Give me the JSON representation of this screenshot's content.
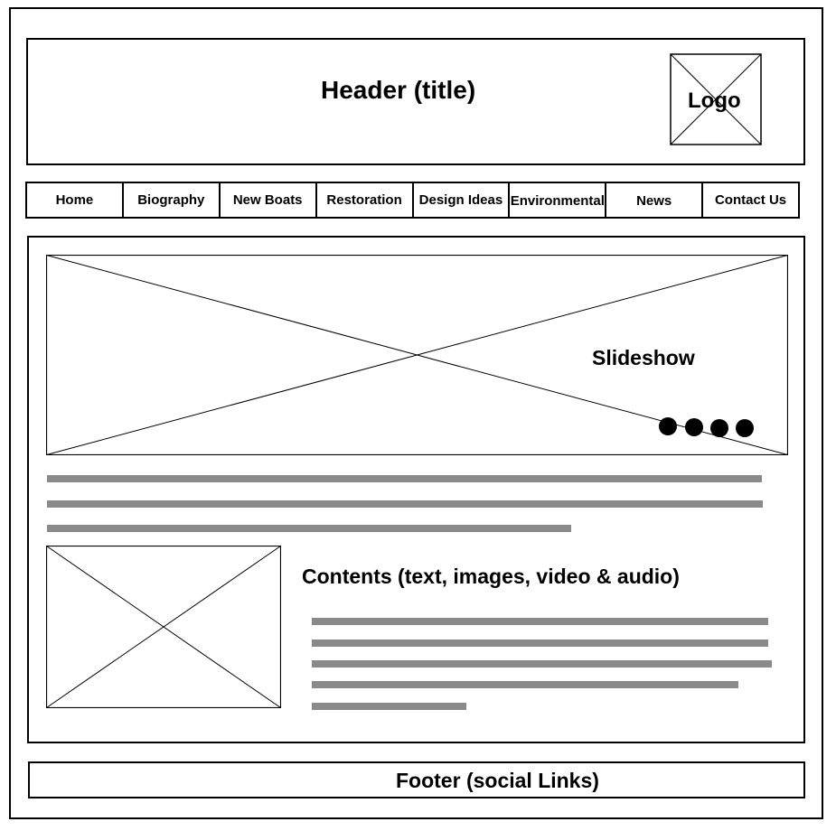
{
  "header": {
    "title": "Header (title)",
    "logo_label": "Logo"
  },
  "nav": {
    "items": [
      {
        "label": "Home"
      },
      {
        "label": "Biography"
      },
      {
        "label": "New Boats"
      },
      {
        "label": "Restoration"
      },
      {
        "label": "Design Ideas"
      },
      {
        "label": "Environmental"
      },
      {
        "label": "News"
      },
      {
        "label": "Contact Us"
      }
    ]
  },
  "slideshow": {
    "label": "Slideshow",
    "indicator_count": 4
  },
  "contents": {
    "heading": "Contents (text, images, video & audio)"
  },
  "footer": {
    "label": "Footer (social Links)"
  },
  "colors": {
    "placeholder_text_line": "#8a8a8a",
    "stroke": "#000000",
    "background": "#ffffff"
  }
}
